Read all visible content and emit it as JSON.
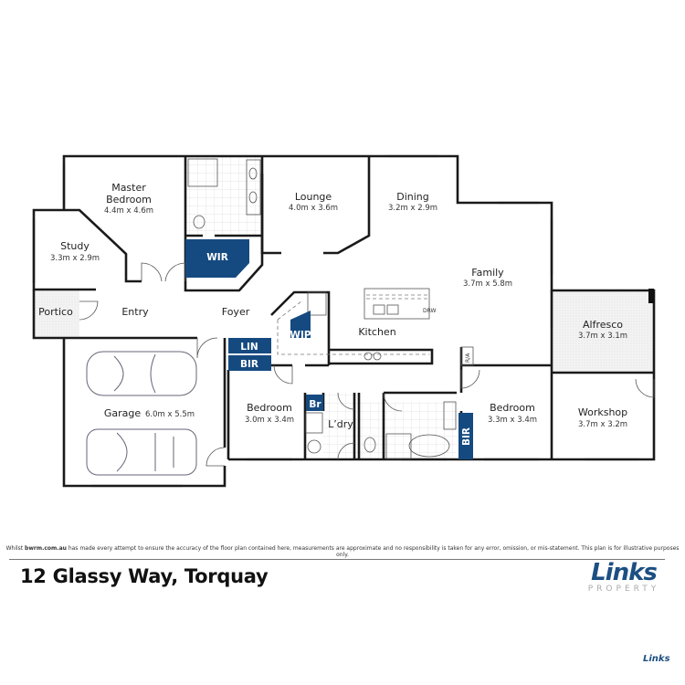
{
  "colors": {
    "accent_blue": "#154a80",
    "wall": "#1a1a1a",
    "logo_blue": "#1c4f82"
  },
  "rooms": {
    "master": {
      "name_l1": "Master",
      "name_l2": "Bedroom",
      "dims": "4.4m x 4.6m"
    },
    "study": {
      "name": "Study",
      "dims": "3.3m x 2.9m"
    },
    "lounge": {
      "name": "Lounge",
      "dims": "4.0m x 3.6m"
    },
    "dining": {
      "name": "Dining",
      "dims": "3.2m x 2.9m"
    },
    "family": {
      "name": "Family",
      "dims": "3.7m x 5.8m"
    },
    "alfresco": {
      "name": "Alfresco",
      "dims": "3.7m x 3.1m"
    },
    "portico": {
      "name": "Portico"
    },
    "entry": {
      "name": "Entry"
    },
    "foyer": {
      "name": "Foyer"
    },
    "kitchen": {
      "name": "Kitchen"
    },
    "garage": {
      "name": "Garage",
      "dims": "6.0m x 5.5m"
    },
    "bedroom2": {
      "name": "Bedroom",
      "dims": "3.0m x 3.4m"
    },
    "laundry": {
      "name": "L’dry"
    },
    "bedroom3": {
      "name": "Bedroom",
      "dims": "3.3m x 3.4m"
    },
    "workshop": {
      "name": "Workshop",
      "dims": "3.7m x 3.2m"
    }
  },
  "storage": {
    "wir": "WIR",
    "wip": "WIP",
    "lin": "LIN",
    "bir1": "BIR",
    "br": "Br",
    "bir2": "BIR"
  },
  "fixtures": {
    "drw": "DRW",
    "ra": "R/A"
  },
  "footer": {
    "disclaimer_pre": "Whilst ",
    "disclaimer_site": "bwrm.com.au",
    "disclaimer_post": " has made every attempt to ensure the accuracy of the floor plan contained here, measurements are approximate and no responsibility is taken for any error, omission, or mis-statement. This plan is for illustrative purposes only.",
    "address": "12 Glassy Way, Torquay",
    "logo_word": "Links",
    "logo_sub": "PROPERTY"
  }
}
